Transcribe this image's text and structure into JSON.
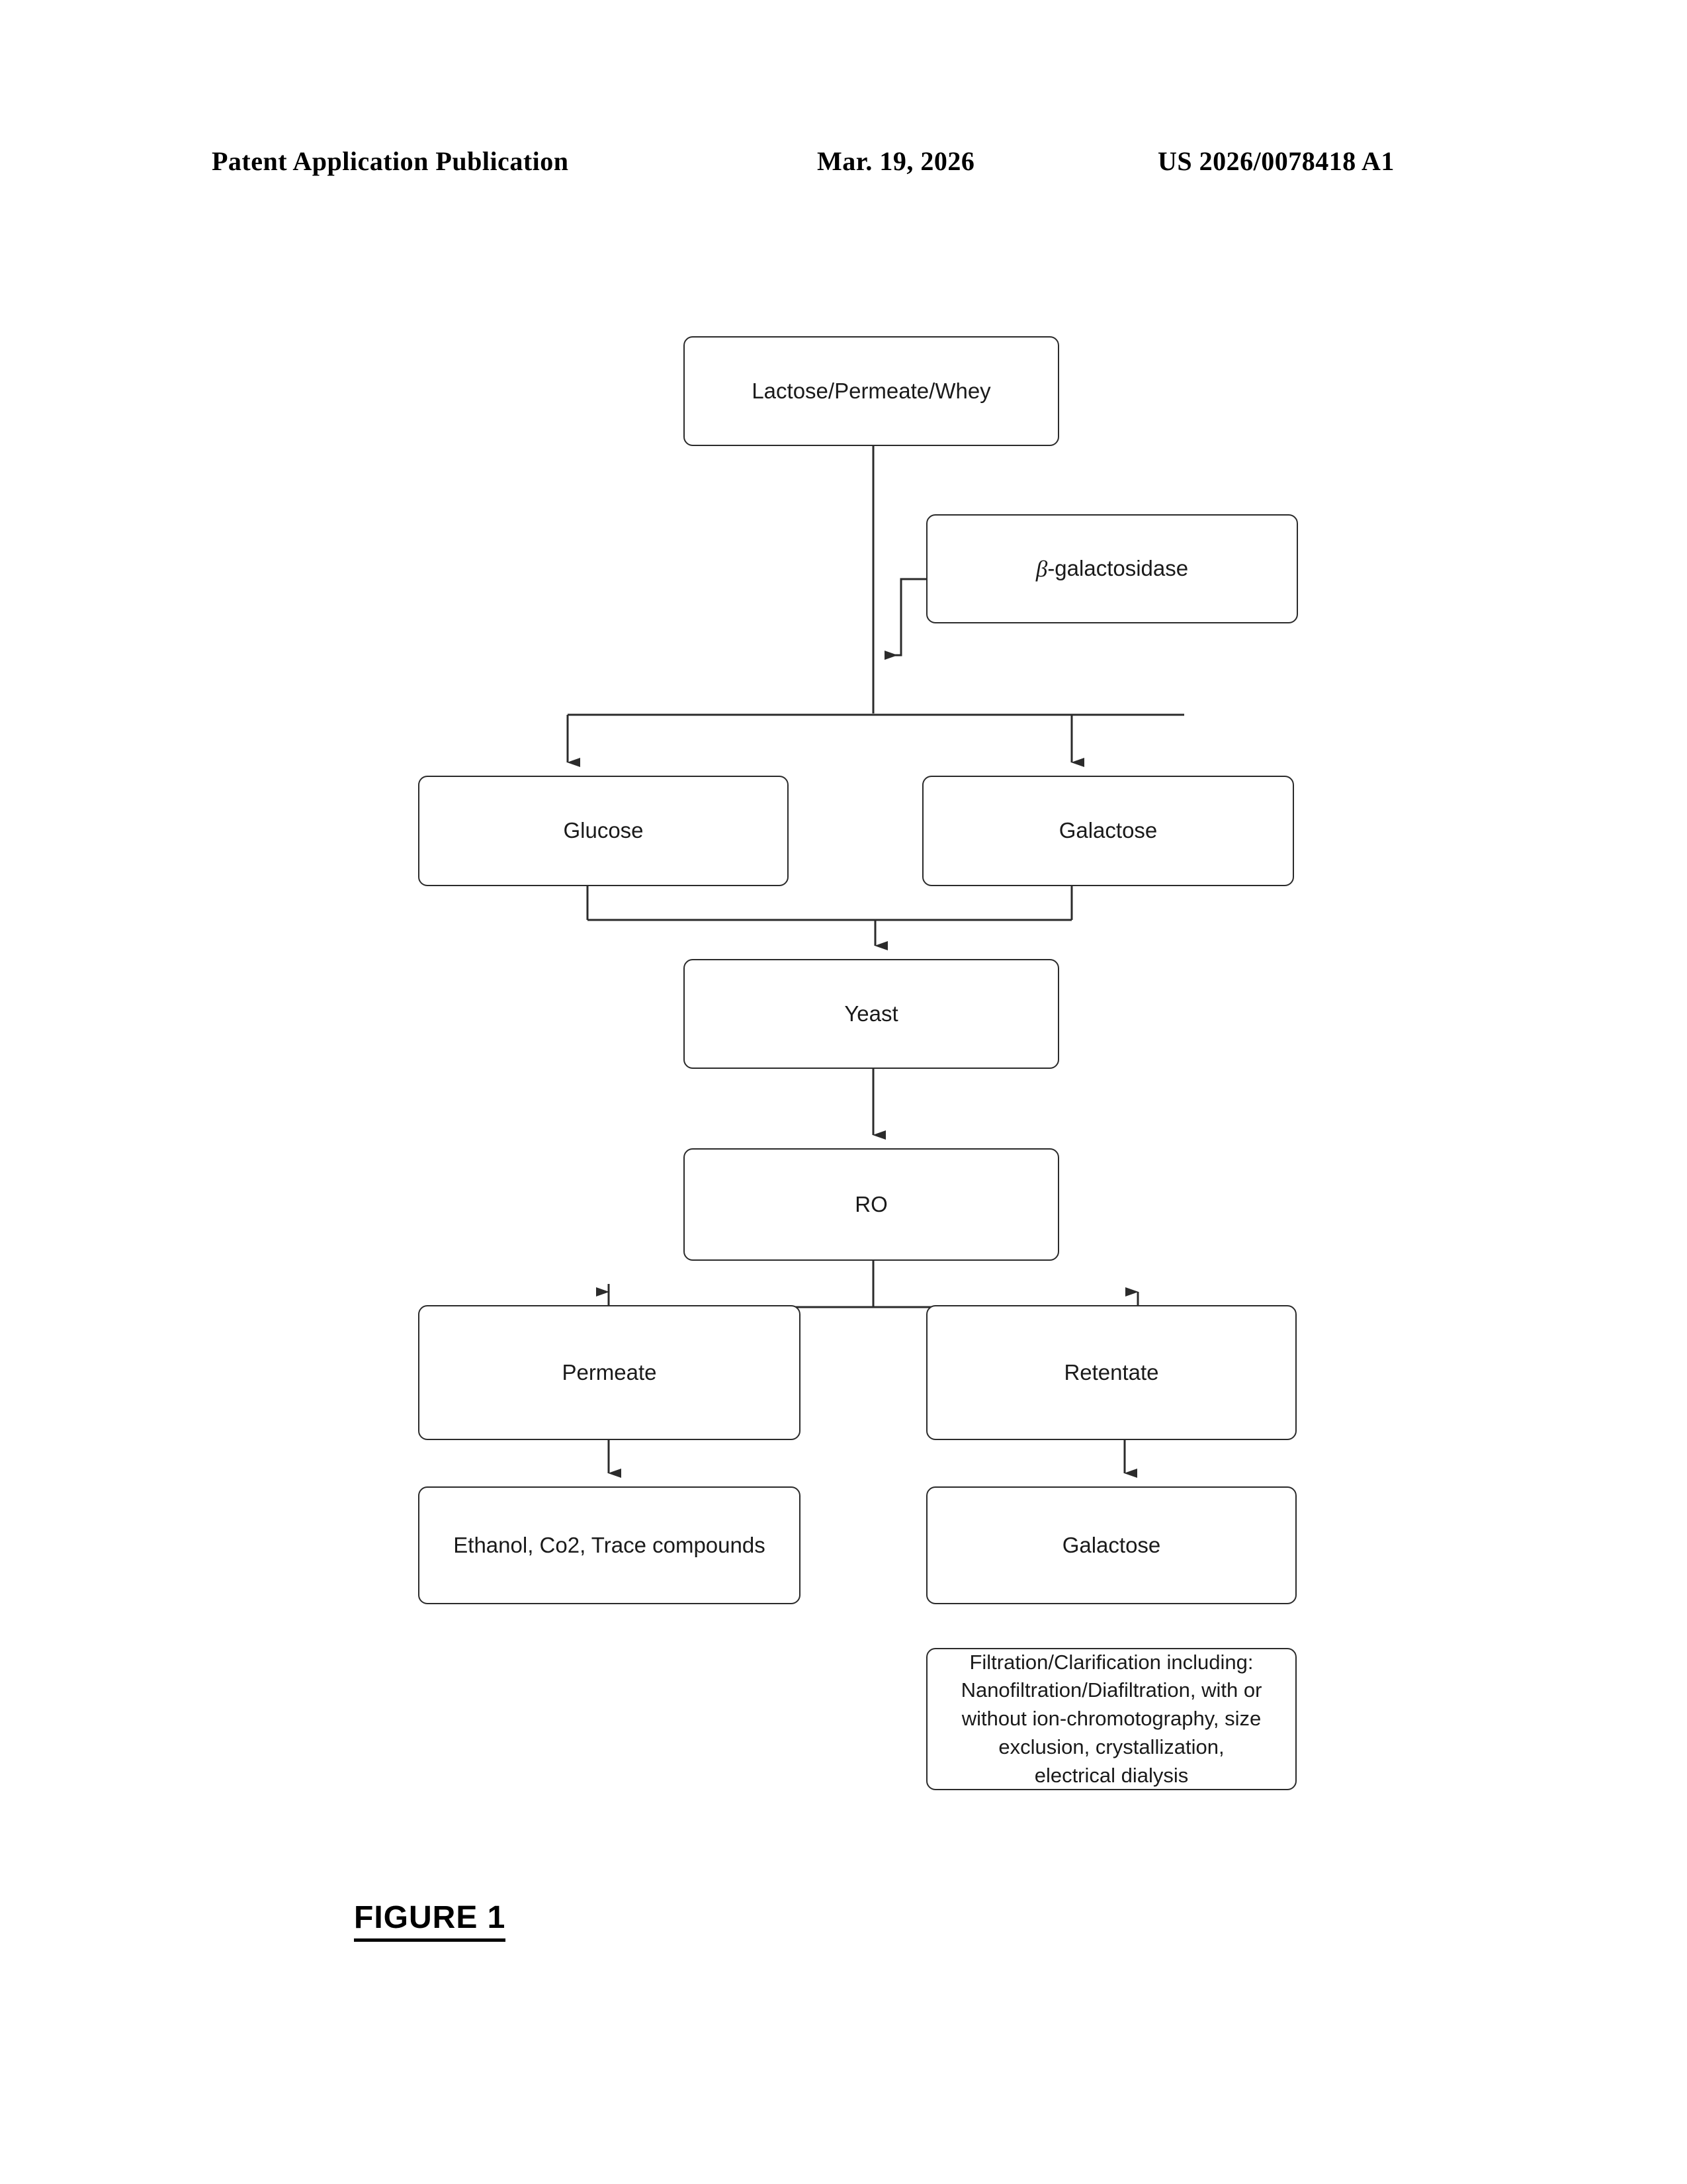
{
  "header": {
    "publication": "Patent Application Publication",
    "date": "Mar. 19, 2026",
    "number": "US 2026/0078418 A1"
  },
  "figure": {
    "caption": "FIGURE 1",
    "nodes": {
      "lactose": "Lactose/Permeate/Whey",
      "enzyme_prefix": "β",
      "enzyme_suffix": "-galactosidase",
      "enzyme_full": "β-galactosidase",
      "glucose": "Glucose",
      "galactose_top": "Galactose",
      "yeast": "Yeast",
      "ro": "RO",
      "permeate": "Permeate",
      "retentate": "Retentate",
      "ethanol": "Ethanol, Co2, Trace compounds",
      "galactose_bottom": "Galactose",
      "filtration_lines": [
        "Filtration/Clarification including:",
        "Nanofiltration/Diafiltration, with or",
        "without ion-chromotography, size",
        "exclusion, crystallization,",
        "electrical dialysis"
      ],
      "filtration_full": "Filtration/Clarification including: Nanofiltration/Diafiltration, with or without ion-chromotography, size exclusion, crystallization, electrical dialysis"
    },
    "edges": [
      {
        "from": "lactose",
        "to": "glucose",
        "type": "split-arrow"
      },
      {
        "from": "lactose",
        "to": "galactose_top",
        "type": "split-arrow"
      },
      {
        "from": "enzyme",
        "to": "lactose-stem",
        "type": "elbow-arrow"
      },
      {
        "from": "glucose",
        "to": "yeast",
        "type": "merge-arrow"
      },
      {
        "from": "galactose_top",
        "to": "yeast",
        "type": "merge-arrow"
      },
      {
        "from": "yeast",
        "to": "ro",
        "type": "straight-arrow"
      },
      {
        "from": "ro",
        "to": "permeate",
        "type": "split-arrow"
      },
      {
        "from": "ro",
        "to": "retentate",
        "type": "split-arrow"
      },
      {
        "from": "permeate",
        "to": "ethanol",
        "type": "straight-arrow"
      },
      {
        "from": "retentate",
        "to": "galactose_bottom",
        "type": "straight-arrow"
      }
    ],
    "colors": {
      "stroke": "#2b2b2b",
      "text": "#1a1a1a",
      "background": "#ffffff"
    }
  }
}
